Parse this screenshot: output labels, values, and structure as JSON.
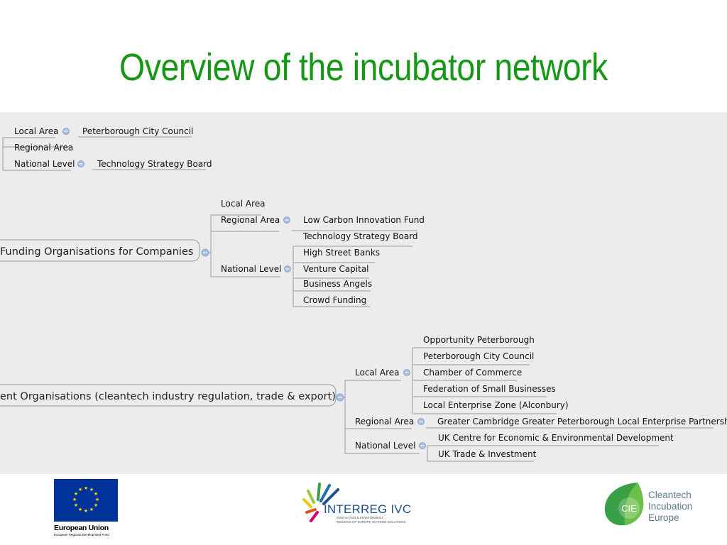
{
  "slide": {
    "title": "Overview of the incubator network"
  },
  "mindmap": {
    "group1": {
      "local_area": "Local Area",
      "peterborough_city_council": "Peterborough City Council",
      "regional_area": "Regional Area",
      "national_level": "National Level",
      "technology_strategy_board": "Technology Strategy Board"
    },
    "group2": {
      "central": "Funding Organisations for Companies",
      "local_area": "Local Area",
      "regional_area": "Regional Area",
      "low_carbon_innovation_fund": "Low Carbon Innovation Fund",
      "national_level": "National Level",
      "national_items": [
        "Technology Strategy Board",
        "High Street Banks",
        "Venture Capital",
        "Business Angels",
        "Crowd Funding"
      ]
    },
    "group3": {
      "central": "ent Organisations (cleantech industry regulation, trade & export)",
      "local_area": "Local Area",
      "local_items": [
        "Opportunity Peterborough",
        "Peterborough City Council",
        "Chamber of Commerce",
        "Federation of Small Businesses",
        "Local Enterprise Zone (Alconbury)"
      ],
      "regional_area": "Regional Area",
      "regional_item": "Greater Cambridge Greater Peterborough Local Enterprise Partnership",
      "national_level": "National Level",
      "national_items": [
        "UK Centre for Economic & Environmental Development",
        "UK Trade & Investment"
      ]
    }
  },
  "footer": {
    "eu_name": "European Union",
    "eu_subtitle": "European Regional Development Fund",
    "interreg_name": "INTERREG IVC",
    "interreg_line1": "INNOVATION & ENVIRONMENT",
    "interreg_line2": "REGIONS OF EUROPE SHARING SOLUTIONS",
    "cie_badge": "CIE",
    "cie_line1": "Cleantech",
    "cie_line2": "Incubation",
    "cie_line3": "Europe"
  },
  "colors": {
    "title_green": "#169816",
    "map_background": "#ececec",
    "eu_blue": "#003399",
    "eu_star_yellow": "#ffdd00",
    "collapse_icon_blue": "#a9bfe0",
    "cie_green": "#3aa047"
  }
}
